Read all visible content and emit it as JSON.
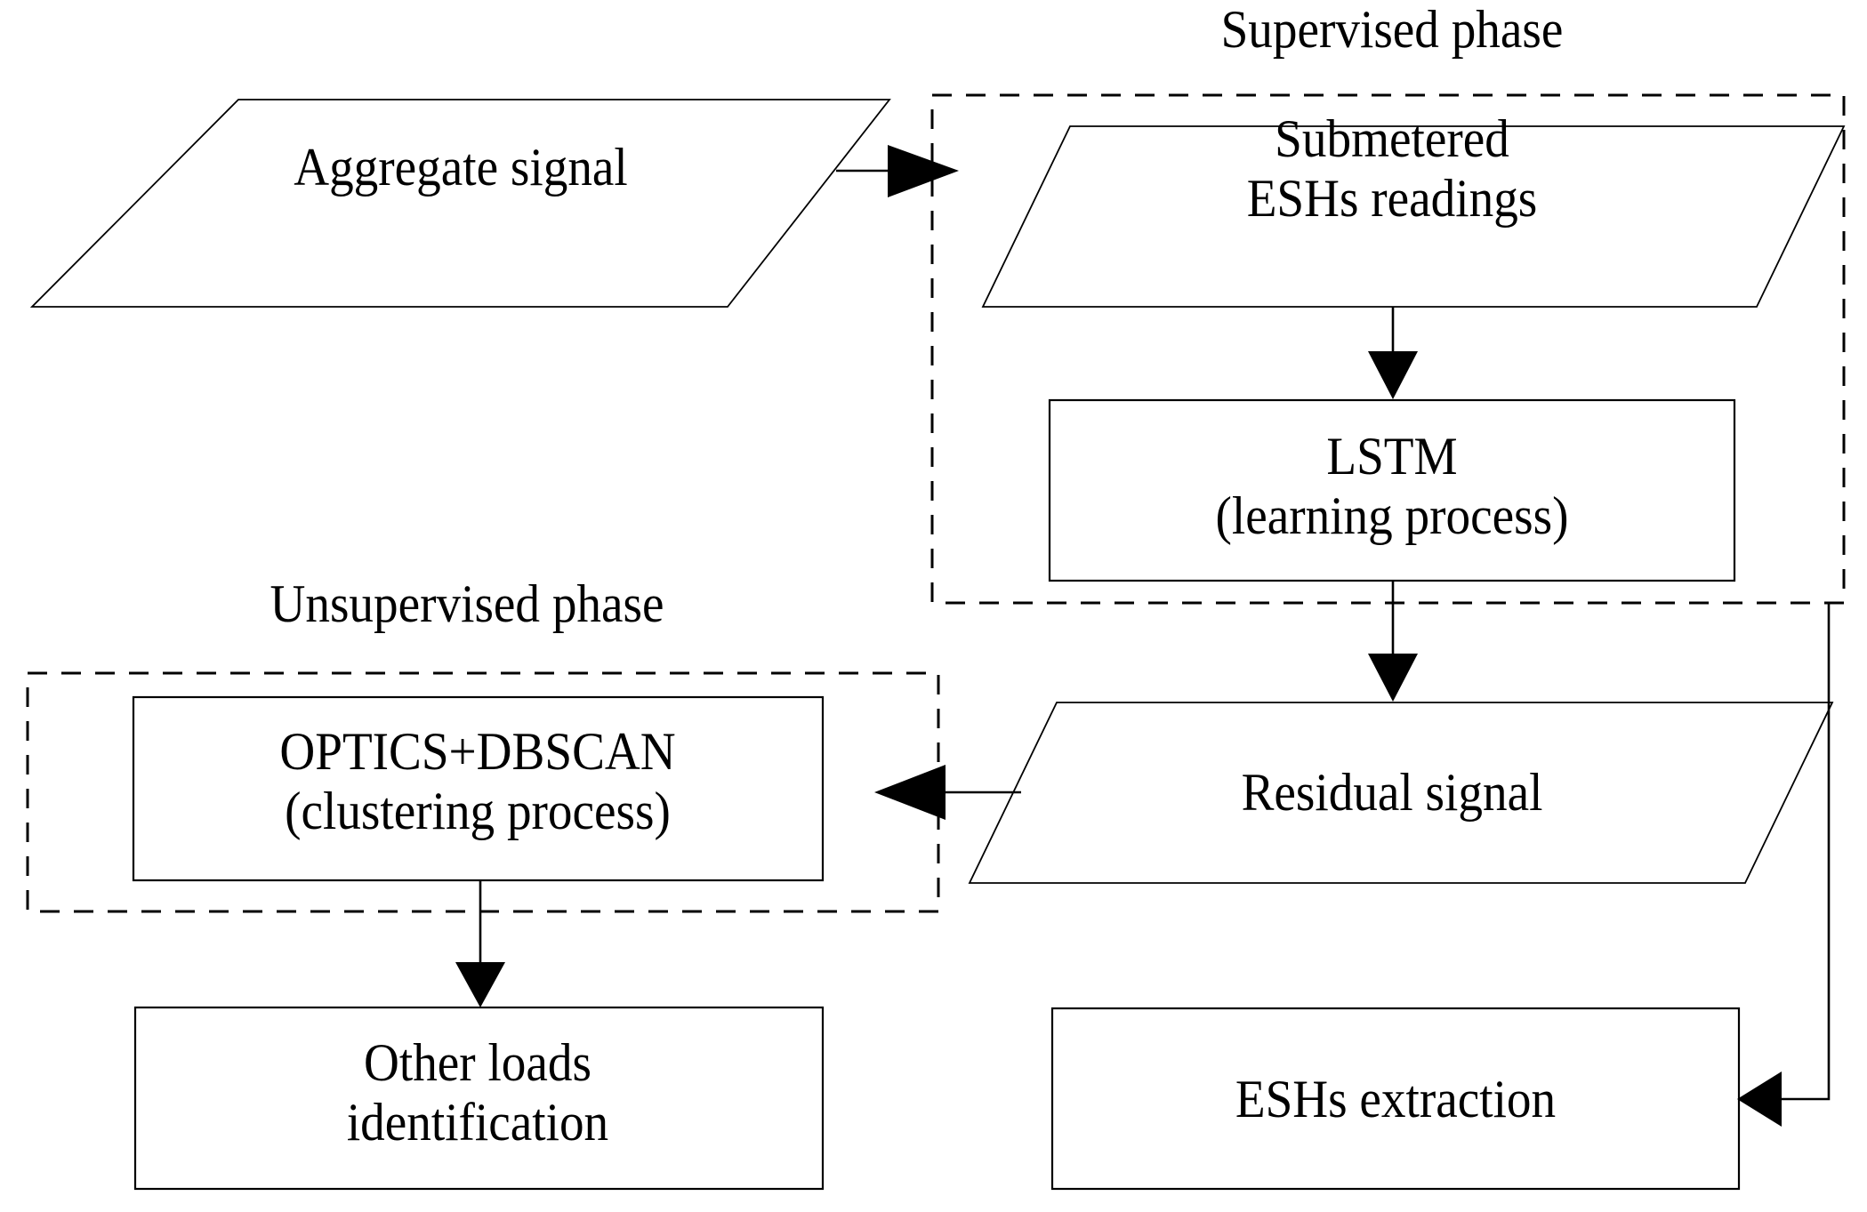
{
  "diagram": {
    "title": "Two-phase ESHs disaggregation flowchart",
    "groups": [
      {
        "id": "supervised",
        "label": "Supervised phase"
      },
      {
        "id": "unsupervised",
        "label": "Unsupervised phase"
      }
    ],
    "nodes": [
      {
        "id": "aggregate-signal",
        "label": "Aggregate signal",
        "shape": "parallelogram"
      },
      {
        "id": "submetered-readings",
        "label": "Submetered\nESHs readings",
        "line1": "Submetered",
        "line2": "ESHs readings",
        "shape": "parallelogram"
      },
      {
        "id": "lstm",
        "label": "LSTM\n(learning process)",
        "line1": "LSTM",
        "line2": "(learning process)",
        "shape": "rectangle"
      },
      {
        "id": "residual-signal",
        "label": "Residual signal",
        "shape": "parallelogram"
      },
      {
        "id": "optics-dbscan",
        "label": "OPTICS+DBSCAN\n(clustering process)",
        "line1": "OPTICS+DBSCAN",
        "line2": "(clustering process)",
        "shape": "rectangle"
      },
      {
        "id": "other-loads",
        "label": "Other loads\nidentification",
        "line1": "Other loads",
        "line2": "identification",
        "shape": "rectangle"
      },
      {
        "id": "eshs-extraction",
        "label": "ESHs extraction",
        "shape": "rectangle"
      }
    ],
    "edges": [
      {
        "id": "edge-aggregate-to-supervised",
        "from": "aggregate-signal",
        "to": "supervised",
        "direction": "right"
      },
      {
        "id": "edge-readings-to-lstm",
        "from": "submetered-readings",
        "to": "lstm",
        "direction": "down"
      },
      {
        "id": "edge-lstm-to-residual",
        "from": "lstm",
        "to": "residual-signal",
        "direction": "down"
      },
      {
        "id": "edge-residual-to-optics",
        "from": "residual-signal",
        "to": "optics-dbscan",
        "direction": "left"
      },
      {
        "id": "edge-optics-to-other-loads",
        "from": "optics-dbscan",
        "to": "other-loads",
        "direction": "down"
      },
      {
        "id": "edge-supervised-to-eshs-extraction",
        "from": "supervised",
        "to": "eshs-extraction",
        "direction": "left"
      }
    ],
    "colors": {
      "stroke": "#000000",
      "fill": "#ffffff",
      "background": "#ffffff"
    }
  }
}
